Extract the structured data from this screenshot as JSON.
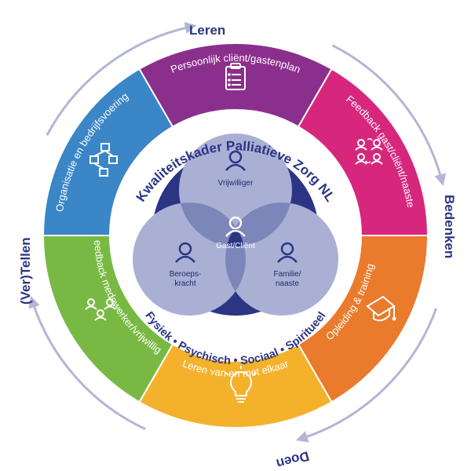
{
  "title": "Kwaliteitskader Palliatieve Zorg NL",
  "cycle": [
    {
      "id": "leren",
      "label": "Leren"
    },
    {
      "id": "bedenken",
      "label": "Bedenken"
    },
    {
      "id": "doen",
      "label": "Doen"
    },
    {
      "id": "vertellen",
      "label": "(Ver)Tellen"
    }
  ],
  "segments": [
    {
      "id": "persoonlijk-plan",
      "label": "Persoonlijk cliënt/gastenplan",
      "color": "#8b2f8c",
      "icon": "clipboard-icon"
    },
    {
      "id": "feedback-gast",
      "label": "Feedback gast/cliënt/naaste",
      "color": "#d6277d",
      "icon": "people-feedback-icon"
    },
    {
      "id": "opleiding",
      "label": "Opleiding & training",
      "color": "#ea7a2c",
      "icon": "graduation-cap-icon"
    },
    {
      "id": "leren-elkaar",
      "label": "Leren van en met elkaar",
      "color": "#f4b22c",
      "icon": "lightbulb-icon"
    },
    {
      "id": "feedback-medewerker",
      "label": "Feedback medewerker/vrijwilliger",
      "color": "#78b943",
      "icon": "team-icon"
    },
    {
      "id": "organisatie",
      "label": "Organisatie en bedrijfsvoering",
      "color": "#3a86c6",
      "icon": "org-chart-icon"
    }
  ],
  "dimensions": [
    "Fysiek",
    "•",
    "Psychisch",
    "•",
    "Sociaal",
    "•",
    "Spiritueel"
  ],
  "venn": {
    "top": "Vrijwilliger",
    "left": [
      "Beroeps-",
      "kracht"
    ],
    "right": [
      "Familie/",
      "naaste"
    ],
    "center": "Gast/Cliënt"
  },
  "colors": {
    "navy": "#2b3584",
    "arrow": "#b3b5d6",
    "venn_fill": "#aab0d4",
    "venn_overlap": "#7d86b8"
  }
}
